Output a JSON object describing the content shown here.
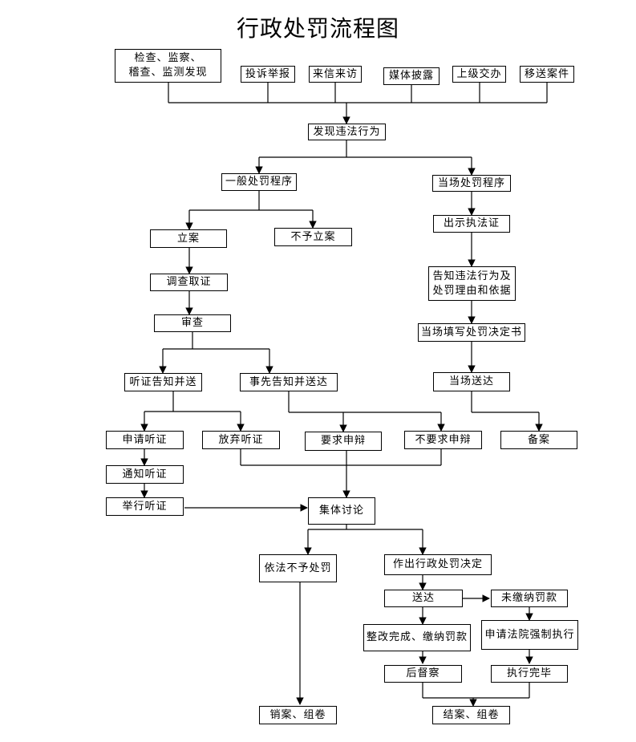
{
  "title": "行政处罚流程图",
  "nodes": {
    "inspect": "检查、监察、\n稽查、监测发现",
    "complaint": "投诉举报",
    "letters": "来信来访",
    "media": "媒体披露",
    "superior": "上级交办",
    "transfer": "移送案件",
    "discover": "发现违法行为",
    "general": "一般处罚程序",
    "onsite": "当场处罚程序",
    "file_case": "立案",
    "no_case": "不予立案",
    "show_id": "出示执法证",
    "investigate": "调查取证",
    "inform_reason": "告知违法行为及\n处罚理由和依据",
    "review": "审查",
    "fill_decision": "当场填写处罚决定书",
    "hearing_notice": "听证告知并送",
    "prior_notice": "事先告知并送达",
    "onsite_deliver": "当场送达",
    "apply_hearing": "申请听证",
    "waive_hearing": "放弃听证",
    "defend": "要求申辩",
    "no_defend": "不要求申辩",
    "record": "备案",
    "notify_hearing": "通知听证",
    "hold_hearing": "举行听证",
    "discussion": "集体讨论",
    "no_penalty": "依法不予处罚",
    "make_decision": "作出行政处罚决定",
    "deliver": "送达",
    "unpaid": "未缴纳罚款",
    "rectify": "整改完成、缴纳罚款",
    "enforce": "申请法院强制执行",
    "supervise": "后督察",
    "done": "执行完毕",
    "cancel_archive": "销案、组卷",
    "close_archive": "结案、组卷"
  }
}
